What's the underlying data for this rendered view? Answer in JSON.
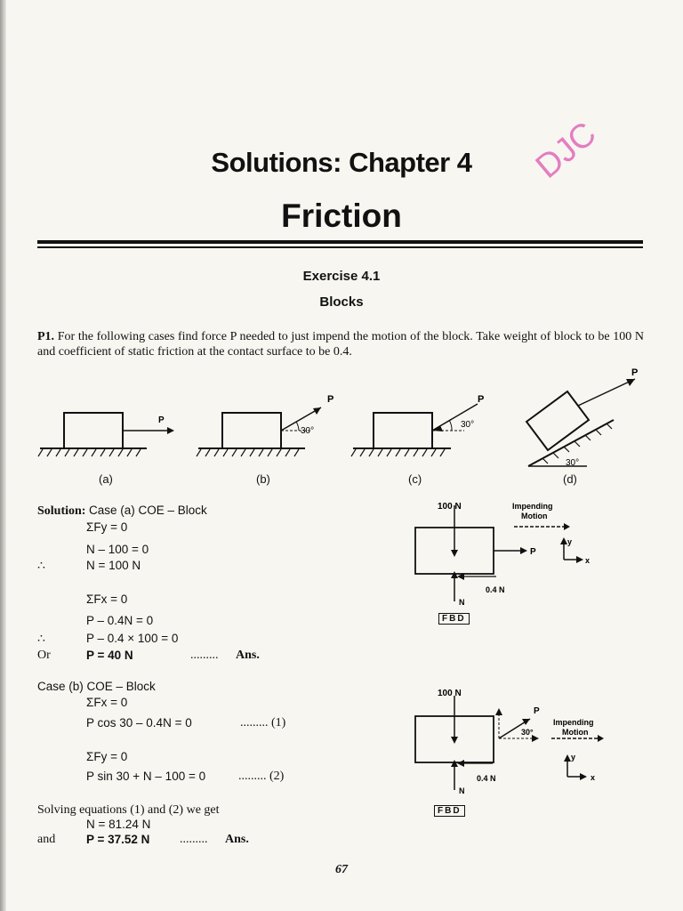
{
  "header": {
    "chapter": "Solutions: Chapter 4",
    "title": "Friction",
    "stamp": "DJC"
  },
  "exercise": {
    "heading": "Exercise 4.1",
    "subheading": "Blocks"
  },
  "problem": {
    "label": "P1.",
    "text": "For the following cases find force P needed to just impend the motion of the block. Take weight of block to be 100 N and coefficient of static friction at the contact surface to be 0.4."
  },
  "figures": {
    "force_label": "P",
    "angle_label": "30°",
    "captions": [
      "(a)",
      "(b)",
      "(c)",
      "(d)"
    ]
  },
  "case_a": {
    "intro_bold": "Solution:",
    "intro_rest": "Case (a)  COE – Block",
    "lines": [
      "ΣFy = 0",
      "N – 100 = 0",
      "N = 100 N",
      "ΣFx = 0",
      "P – 0.4N = 0",
      "P – 0.4 × 100 = 0",
      "P = 40 N"
    ],
    "therefore": "∴",
    "or": "Or",
    "dots": ".........",
    "ans": "Ans."
  },
  "fbd_a": {
    "weight": "100 N",
    "impending": "Impending",
    "motion": "Motion",
    "p": "P",
    "friction": "0.4 N",
    "normal": "N",
    "axis_y": "y",
    "axis_x": "x",
    "fbd": "FBD"
  },
  "case_b": {
    "heading": "Case (b)  COE – Block",
    "lines": [
      "ΣFx = 0",
      "P cos 30 – 0.4N = 0",
      "ΣFy = 0",
      "P sin 30 + N – 100 = 0"
    ],
    "eq1": "......... (1)",
    "eq2": "......... (2)",
    "solving": "Solving equations (1) and (2) we get",
    "n_result": "N = 81.24 N",
    "and": "and",
    "p_result": "P = 37.52 N",
    "dots": ".........",
    "ans": "Ans."
  },
  "fbd_b": {
    "weight": "100 N",
    "p": "P",
    "angle": "30°",
    "impending": "Impending",
    "motion": "Motion",
    "friction": "0.4 N",
    "normal": "N",
    "axis_y": "y",
    "axis_x": "x",
    "fbd": "FBD"
  },
  "page_number": "67"
}
